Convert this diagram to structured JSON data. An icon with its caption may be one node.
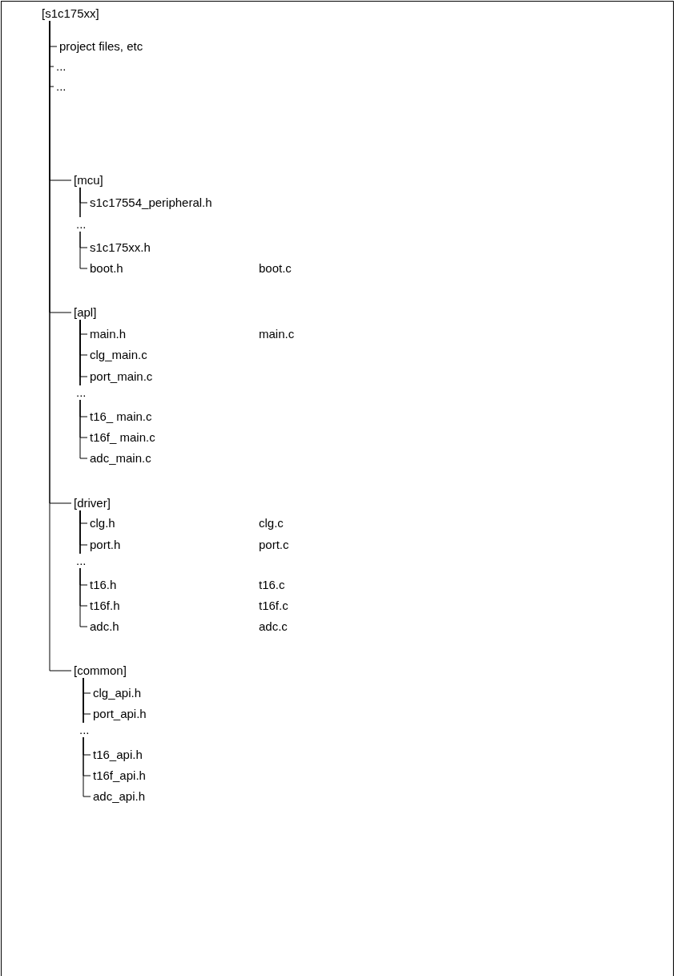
{
  "diagram": {
    "nodes": [
      {
        "text": [
          "[s1c175xx]"
        ]
      },
      {
        "text": [
          "project files, etc"
        ]
      },
      {
        "text": [
          "..."
        ]
      },
      {
        "text": [
          "..."
        ]
      },
      {
        "text": [
          "[mcu]"
        ]
      },
      {
        "text": [
          "s1c17554_peripheral.h"
        ]
      },
      {
        "text": [
          "s1c175xx.h"
        ]
      },
      {
        "text": [
          "boot.h"
        ]
      },
      {
        "text": [
          "[apl]"
        ]
      },
      {
        "text": [
          "main.h"
        ]
      },
      {
        "text": [
          "clg_main.c"
        ]
      },
      {
        "text": [
          "port_main.c"
        ]
      },
      {
        "text": [
          "t16_ main.c"
        ]
      },
      {
        "text": [
          "t16f_ main.c"
        ]
      },
      {
        "text": [
          "adc_main.c"
        ]
      },
      {
        "text": [
          "[driver]"
        ]
      },
      {
        "text": [
          "clg.h"
        ]
      },
      {
        "text": [
          "port.h"
        ]
      },
      {
        "text": [
          "t16.h"
        ]
      },
      {
        "text": [
          "t16f.h"
        ]
      },
      {
        "text": [
          "adc.h"
        ]
      },
      {
        "text": [
          "[common]"
        ]
      },
      {
        "text": [
          "clg_api.h"
        ]
      },
      {
        "text": [
          "port_api.h"
        ]
      },
      {
        "text": [
          "t16_api.h"
        ]
      },
      {
        "text": [
          "t16f_api.h"
        ]
      },
      {
        "text": [
          "adc_api.h"
        ]
      }
    ],
    "edges": [
      {
        "from": 0,
        "to": 1,
        "arrow": "none"
      },
      {
        "from": 0,
        "to": 2,
        "arrow": "none"
      },
      {
        "from": 0,
        "to": 3,
        "arrow": "none"
      },
      {
        "from": 0,
        "to": 4,
        "arrow": "none"
      },
      {
        "from": 4,
        "to": 5,
        "arrow": "none"
      },
      {
        "from": 4,
        "to": 6,
        "arrow": "none"
      },
      {
        "from": 4,
        "to": 7,
        "arrow": "none"
      },
      {
        "from": 0,
        "to": 8,
        "arrow": "none"
      },
      {
        "from": 8,
        "to": 9,
        "arrow": "none"
      },
      {
        "from": 8,
        "to": 10,
        "arrow": "none"
      },
      {
        "from": 8,
        "to": 11,
        "arrow": "none"
      },
      {
        "from": 8,
        "to": 12,
        "arrow": "none"
      },
      {
        "from": 8,
        "to": 13,
        "arrow": "none"
      },
      {
        "from": 8,
        "to": 14,
        "arrow": "none"
      },
      {
        "from": 0,
        "to": 15,
        "arrow": "none"
      },
      {
        "from": 15,
        "to": 16,
        "arrow": "none"
      },
      {
        "from": 15,
        "to": 17,
        "arrow": "none"
      },
      {
        "from": 15,
        "to": 18,
        "arrow": "none"
      },
      {
        "from": 15,
        "to": 19,
        "arrow": "none"
      },
      {
        "from": 15,
        "to": 20,
        "arrow": "none"
      },
      {
        "from": 0,
        "to": 21,
        "arrow": "none"
      },
      {
        "from": 21,
        "to": 22,
        "arrow": "none"
      },
      {
        "from": 21,
        "to": 23,
        "arrow": "none"
      },
      {
        "from": 21,
        "to": 24,
        "arrow": "none"
      },
      {
        "from": 21,
        "to": 25,
        "arrow": "none"
      },
      {
        "from": 21,
        "to": 26,
        "arrow": "none"
      }
    ],
    "labels": [
      "...",
      "boot.c",
      "main.c",
      "...",
      "clg.c",
      "port.c",
      "...",
      "t16.c",
      "t16f.c",
      "adc.c",
      "..."
    ]
  }
}
